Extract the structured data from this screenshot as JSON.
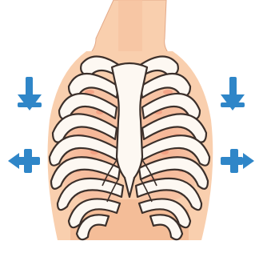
{
  "image": {
    "subject": "rib cage",
    "background_color": "#ffffff",
    "colors": {
      "skin": "#f9cfae",
      "skin_shadow": "#f0b48e",
      "bone_fill": "#fdf8f2",
      "bone_outline": "#3b2f2a",
      "lung_tissue": "#f29a7e",
      "arrow": "#2f86c8"
    },
    "arrows": [
      {
        "name": "upper-left",
        "direction": "down"
      },
      {
        "name": "lower-left",
        "direction": "left-right"
      },
      {
        "name": "upper-right",
        "direction": "down"
      },
      {
        "name": "lower-right",
        "direction": "left-right"
      }
    ]
  }
}
